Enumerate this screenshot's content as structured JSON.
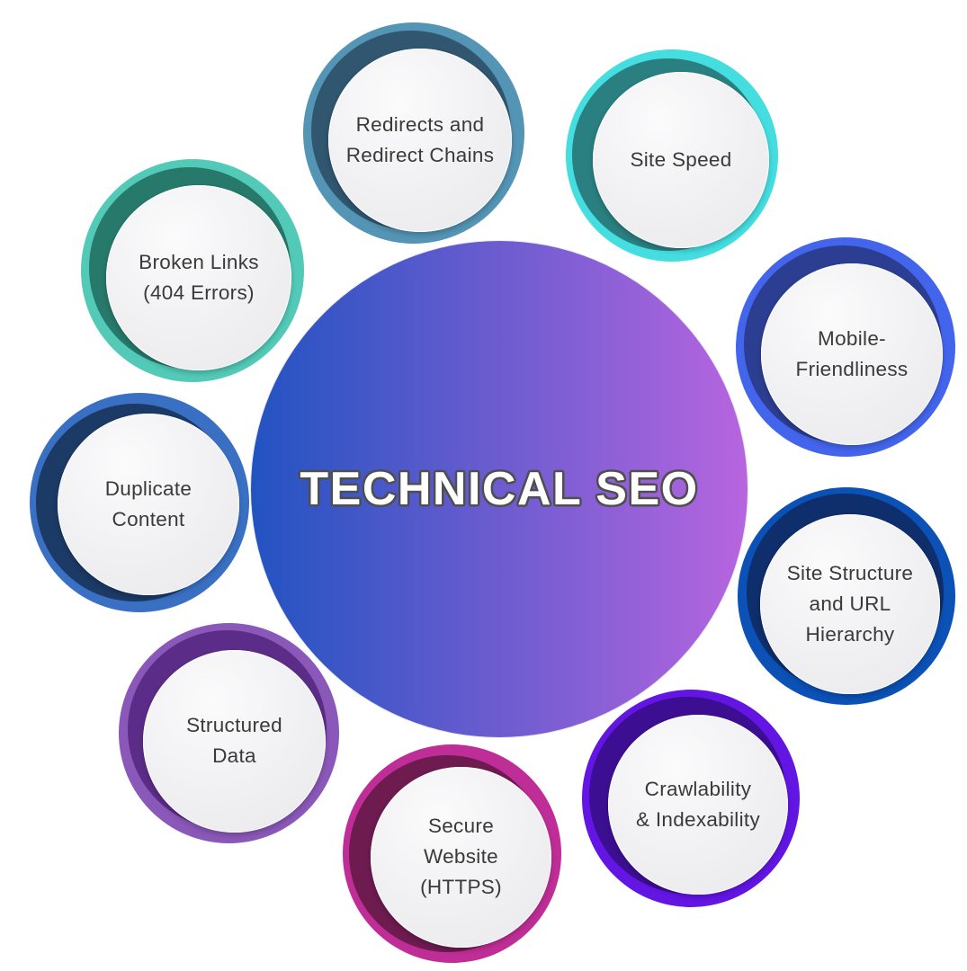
{
  "background_color": "#ffffff",
  "text_color": "#3a3a3a",
  "inner_circle_color": "#efeff1",
  "center": {
    "title": "TECHNICAL SEO",
    "gradient_start": "#2253c1",
    "gradient_end": "#b765df",
    "title_color": "#ffffff",
    "title_outline_color": "#4f4f4f"
  },
  "nodes": [
    {
      "id": "redirects",
      "label": "Redirects and Redirect Chains",
      "lines": [
        "Redirects and",
        "Redirect Chains"
      ],
      "ring_color": "#5494b4",
      "shadow_color": "#30576f"
    },
    {
      "id": "site-speed",
      "label": "Site Speed",
      "lines": [
        "Site Speed"
      ],
      "ring_color": "#44dde0",
      "shadow_color": "#2a7f80"
    },
    {
      "id": "mobile-friendliness",
      "label": "Mobile-Friendliness",
      "lines": [
        "Mobile-",
        "Friendliness"
      ],
      "ring_color": "#4365ec",
      "shadow_color": "#2c3e92"
    },
    {
      "id": "site-structure",
      "label": "Site Structure and URL Hierarchy",
      "lines": [
        "Site Structure",
        "and URL",
        "Hierarchy"
      ],
      "ring_color": "#0b51b6",
      "shadow_color": "#0f2e6c"
    },
    {
      "id": "crawlability",
      "label": "Crawlability & Indexability",
      "lines": [
        "Crawlability",
        "& Indexability"
      ],
      "ring_color": "#6315e4",
      "shadow_color": "#3c0f92"
    },
    {
      "id": "secure-website",
      "label": "Secure Website (HTTPS)",
      "lines": [
        "Secure",
        "Website",
        "(HTTPS)"
      ],
      "ring_color": "#bf2e96",
      "shadow_color": "#6e1b50"
    },
    {
      "id": "structured-data",
      "label": "Structured Data",
      "lines": [
        "Structured",
        "Data"
      ],
      "ring_color": "#8a58b8",
      "shadow_color": "#5c2d88"
    },
    {
      "id": "duplicate-content",
      "label": "Duplicate Content",
      "lines": [
        "Duplicate",
        "Content"
      ],
      "ring_color": "#3a70c4",
      "shadow_color": "#1c3a66"
    },
    {
      "id": "broken-links",
      "label": "Broken Links (404 Errors)",
      "lines": [
        "Broken Links",
        "(404 Errors)"
      ],
      "ring_color": "#53cab7",
      "shadow_color": "#27796b"
    }
  ]
}
